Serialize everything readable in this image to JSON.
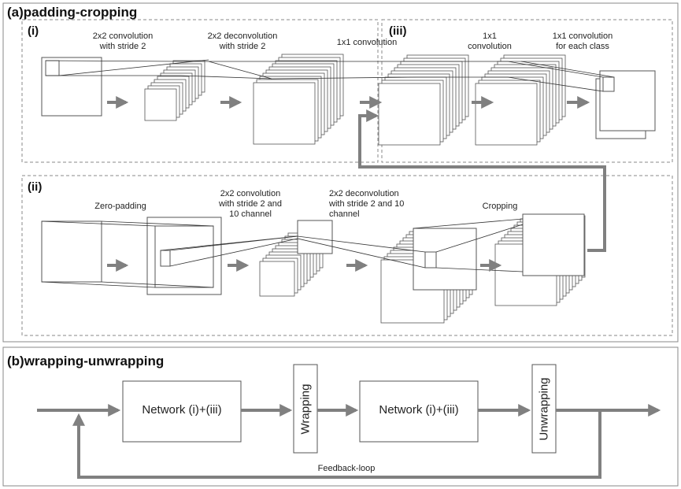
{
  "panel_a": {
    "title": "(a)padding-cropping",
    "sub_i": "(i)",
    "sub_ii": "(ii)",
    "sub_iii": "(iii)",
    "i_labels": {
      "conv": [
        "2x2 convolution",
        "with stride 2"
      ],
      "deconv": [
        "2x2 deconvolution",
        "with stride 2"
      ],
      "conv1x1": "1x1 convolution"
    },
    "iii_labels": {
      "conv": [
        "1x1",
        "convolution"
      ],
      "class_conv": [
        "1x1 convolution",
        "for each class"
      ]
    },
    "ii_labels": {
      "pad": "Zero-padding",
      "conv": [
        "2x2 convolution",
        "with stride 2 and",
        "10 channel"
      ],
      "deconv": [
        "2x2 deconvolution",
        "with stride 2 and 10",
        "channel"
      ],
      "crop": "Cropping"
    }
  },
  "panel_b": {
    "title": "(b)wrapping-unwrapping",
    "network1": "Network (i)+(iii)",
    "wrapping": "Wrapping",
    "network2": "Network (i)+(iii)",
    "unwrapping": "Unwrapping",
    "feedback": "Feedback-loop"
  },
  "colors": {
    "arrow": "#808080",
    "frame": "#8a8a8a",
    "line": "#333333"
  }
}
